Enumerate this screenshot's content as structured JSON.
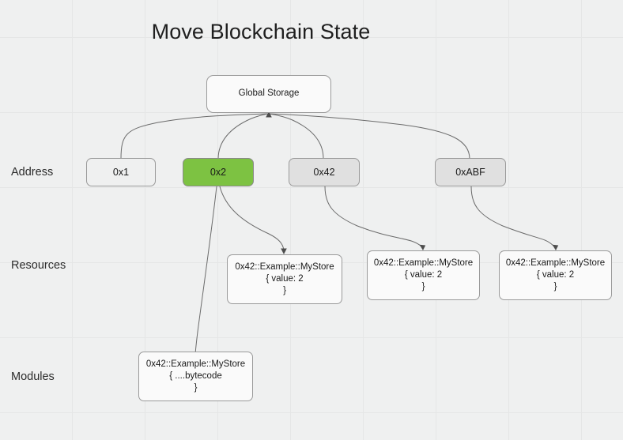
{
  "diagram": {
    "title": "Move Blockchain State",
    "background_color": "#eff0f0",
    "grid_color": "#e5e6e6",
    "edge_color": "#6b6b6b",
    "highlight_color": "#7dc242",
    "row_labels": [
      {
        "name": "address",
        "text": "Address"
      },
      {
        "name": "resources",
        "text": "Resources"
      },
      {
        "name": "modules",
        "text": "Modules"
      }
    ],
    "nodes": {
      "root": {
        "label": "Global Storage"
      },
      "addresses": [
        {
          "id": "0x1",
          "label": "0x1",
          "style": "plain"
        },
        {
          "id": "0x2",
          "label": "0x2",
          "style": "active"
        },
        {
          "id": "0x42",
          "label": "0x42",
          "style": "grey"
        },
        {
          "id": "0xABF",
          "label": "0xABF",
          "style": "grey"
        }
      ],
      "resources": [
        {
          "id": "resource-1",
          "line1": "0x42::Example::MyStore",
          "line2": "{ value: 2",
          "line3": "}"
        },
        {
          "id": "resource-2",
          "line1": "0x42::Example::MyStore",
          "line2": "{ value: 2",
          "line3": "}"
        },
        {
          "id": "resource-3",
          "line1": "0x42::Example::MyStore",
          "line2": "{ value: 2",
          "line3": "}"
        }
      ],
      "modules": [
        {
          "id": "module-1",
          "line1": "0x42::Example::MyStore",
          "line2": "{ ....bytecode",
          "line3": "}"
        }
      ]
    }
  }
}
